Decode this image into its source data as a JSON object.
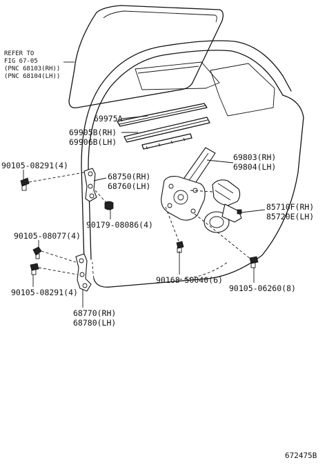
{
  "reference": {
    "line1": "REFER TO",
    "line2": "FIG 67-05",
    "line3": "(PNC 68103(RH))",
    "line4": "(PNC 68104(LH))"
  },
  "labels": {
    "p69975": "69975A",
    "p69905": "69905B(RH)",
    "p69906": "69906B(LH)",
    "p90105_08291_top": "90105-08291(4)",
    "p68750": "68750(RH)",
    "p68760": "68760(LH)",
    "p90179": "90179-08086(4)",
    "p69803": "69803(RH)",
    "p69804": "69804(LH)",
    "p85710": "85710F(RH)",
    "p85720": "85720E(LH)",
    "p90105_08077": "90105-08077(4)",
    "p90105_08291_bottom": "90105-08291(4)",
    "p90168": "90168-50040(6)",
    "p90105_06260": "90105-06260(8)",
    "p68770": "68770(RH)",
    "p68780": "68780(LH)"
  },
  "figure_code": "672475B"
}
